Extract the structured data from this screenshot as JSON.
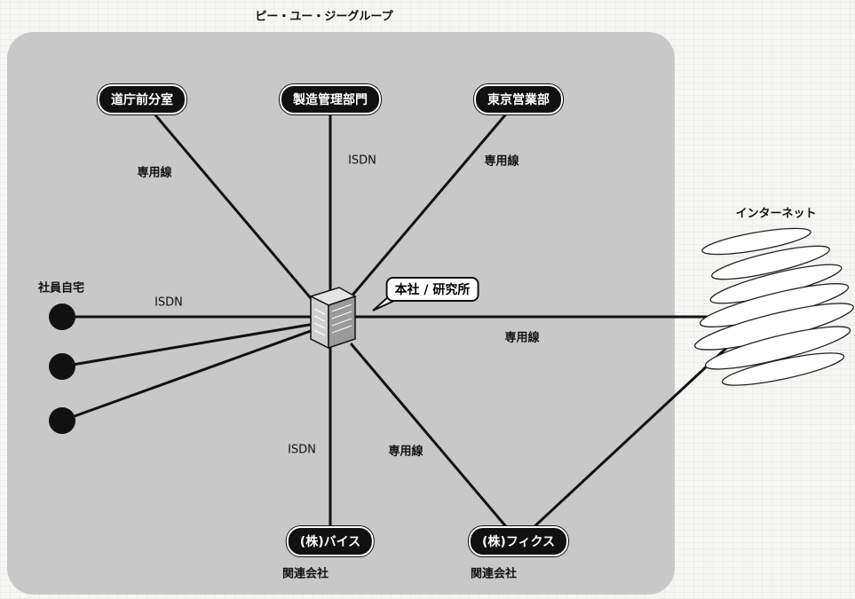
{
  "group_title": "ピー・ユー・ジーグループ",
  "nodes": {
    "hokkaido_office": "道庁前分室",
    "manufacturing": "製造管理部門",
    "tokyo_sales": "東京営業部",
    "hq": "本社 / 研究所",
    "internet": "インターネット",
    "home_workers": "社員自宅",
    "bais": "(株)バイス",
    "fix": "(株)フィクス",
    "bais_sub": "関連会社",
    "fix_sub": "関連会社"
  },
  "links": {
    "hokkaido": "専用線",
    "manufacturing": "ISDN",
    "tokyo": "専用線",
    "home": "ISDN",
    "internet": "専用線",
    "bais": "ISDN",
    "fix": "専用線"
  }
}
